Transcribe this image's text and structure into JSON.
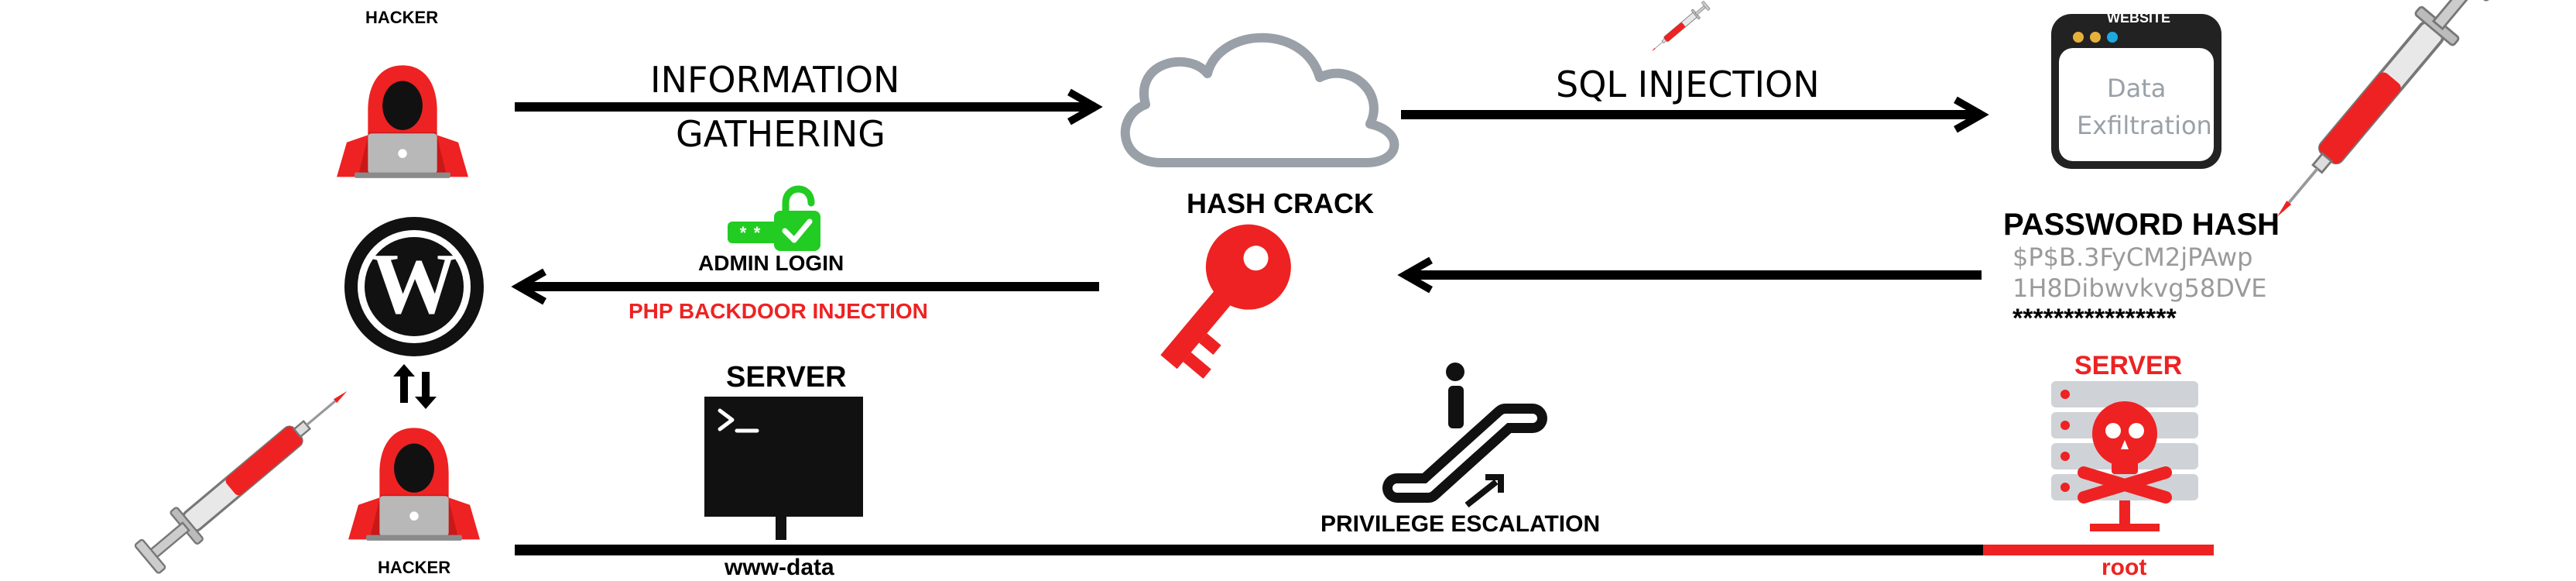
{
  "labels": {
    "hacker_top": "HACKER",
    "hacker_bottom": "HACKER",
    "info_gathering_line1": "INFORMATION",
    "info_gathering_line2": "GATHERING",
    "sql_injection": "SQL INJECTION",
    "website_title": "WEBSITE",
    "website_text_line1": "Data",
    "website_text_line2": "Exfiltration",
    "hash_crack": "HASH CRACK",
    "password_hash_title": "PASSWORD HASH",
    "password_hash_line1": "$P$B.3FyCM2jPAwp",
    "password_hash_line2": "1H8Dibwvkvg58DVE",
    "password_hash_masked": "****************",
    "admin_login": "ADMIN LOGIN",
    "php_backdoor": "PHP BACKDOOR INJECTION",
    "server_left": "SERVER",
    "server_right": "SERVER",
    "www_data": "www-data",
    "root": "root",
    "privilege_escalation": "PRIVILEGE ESCALATION"
  },
  "colors": {
    "red": "#ee2222",
    "black": "#000000",
    "green": "#22cc22",
    "gray": "#9aa0a8",
    "hash_gray": "#9a9a9a"
  },
  "icons": [
    "hacker-icon",
    "cloud-icon",
    "syringe-icon",
    "browser-window-icon",
    "key-icon",
    "unlock-icon",
    "wordpress-icon",
    "terminal-icon",
    "escalator-icon",
    "server-skull-icon"
  ]
}
